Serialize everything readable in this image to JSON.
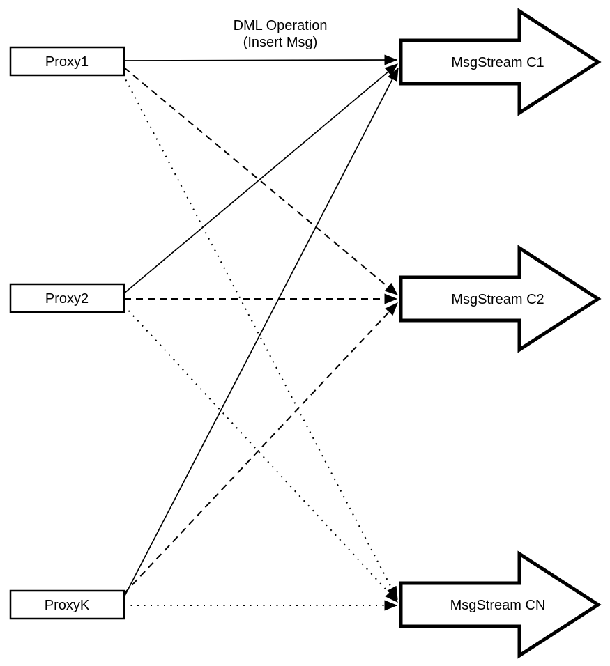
{
  "diagram": {
    "title": {
      "line1": "DML Operation",
      "line2": "(Insert Msg)"
    },
    "proxies": [
      {
        "id": "proxy1",
        "label": "Proxy1"
      },
      {
        "id": "proxy2",
        "label": "Proxy2"
      },
      {
        "id": "proxyk",
        "label": "ProxyK"
      }
    ],
    "streams": [
      {
        "id": "c1",
        "label": "MsgStream C1"
      },
      {
        "id": "c2",
        "label": "MsgStream C2"
      },
      {
        "id": "cn",
        "label": "MsgStream CN"
      }
    ],
    "edges": [
      {
        "from": "Proxy1",
        "to": "MsgStream C1",
        "style": "solid"
      },
      {
        "from": "Proxy2",
        "to": "MsgStream C1",
        "style": "solid"
      },
      {
        "from": "ProxyK",
        "to": "MsgStream C1",
        "style": "solid"
      },
      {
        "from": "Proxy1",
        "to": "MsgStream C2",
        "style": "dashed"
      },
      {
        "from": "Proxy2",
        "to": "MsgStream C2",
        "style": "dashed"
      },
      {
        "from": "ProxyK",
        "to": "MsgStream C2",
        "style": "dashed"
      },
      {
        "from": "Proxy1",
        "to": "MsgStream CN",
        "style": "dotted"
      },
      {
        "from": "Proxy2",
        "to": "MsgStream CN",
        "style": "dotted"
      },
      {
        "from": "ProxyK",
        "to": "MsgStream CN",
        "style": "dotted"
      }
    ],
    "colors": {
      "background": "#ffffff",
      "line": "#000000",
      "shape_fill": "#ffffff"
    }
  }
}
